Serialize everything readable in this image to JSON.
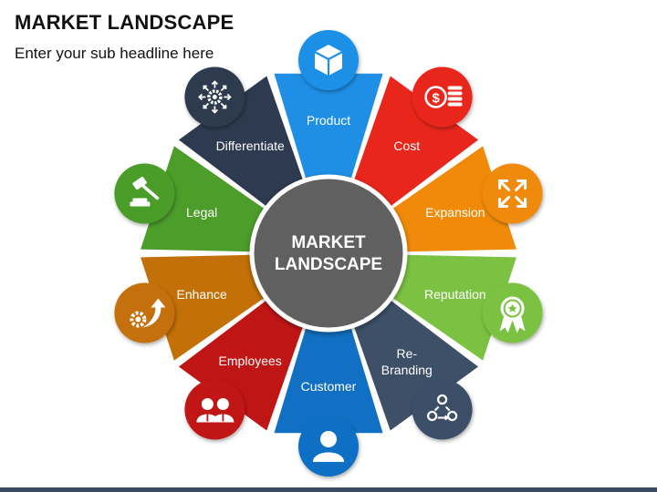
{
  "page": {
    "title": "MARKET LANDSCAPE",
    "subtitle": "Enter your sub headline here"
  },
  "diagram": {
    "center": {
      "line1": "MARKET",
      "line2": "LANDSCAPE",
      "color": "#616161"
    },
    "segments": [
      {
        "key": "product",
        "line1": "Product",
        "line2": "",
        "color": "#1f8fe6",
        "icon": "box-icon"
      },
      {
        "key": "cost",
        "line1": "Cost",
        "line2": "",
        "color": "#e8261c",
        "icon": "coins-dollar-icon"
      },
      {
        "key": "expansion",
        "line1": "Expansion",
        "line2": "",
        "color": "#f08a08",
        "icon": "expand-arrows-icon"
      },
      {
        "key": "reputation",
        "line1": "Reputation",
        "line2": "",
        "color": "#7cc242",
        "icon": "award-ribbon-icon"
      },
      {
        "key": "re-branding",
        "line1": "Re-",
        "line2": "Branding",
        "color": "#3d5068",
        "icon": "network-cycle-icon"
      },
      {
        "key": "customer",
        "line1": "Customer",
        "line2": "",
        "color": "#1170c4",
        "icon": "user-icon"
      },
      {
        "key": "employees",
        "line1": "Employees",
        "line2": "",
        "color": "#c01515",
        "icon": "people-icon"
      },
      {
        "key": "enhance",
        "line1": "Enhance",
        "line2": "",
        "color": "#c47008",
        "icon": "gear-growth-icon"
      },
      {
        "key": "legal",
        "line1": "Legal",
        "line2": "",
        "color": "#4c9d2a",
        "icon": "gavel-icon"
      },
      {
        "key": "differentiate",
        "line1": "Differentiate",
        "line2": "",
        "color": "#2d3a4f",
        "icon": "gear-arrows-icon"
      }
    ]
  }
}
